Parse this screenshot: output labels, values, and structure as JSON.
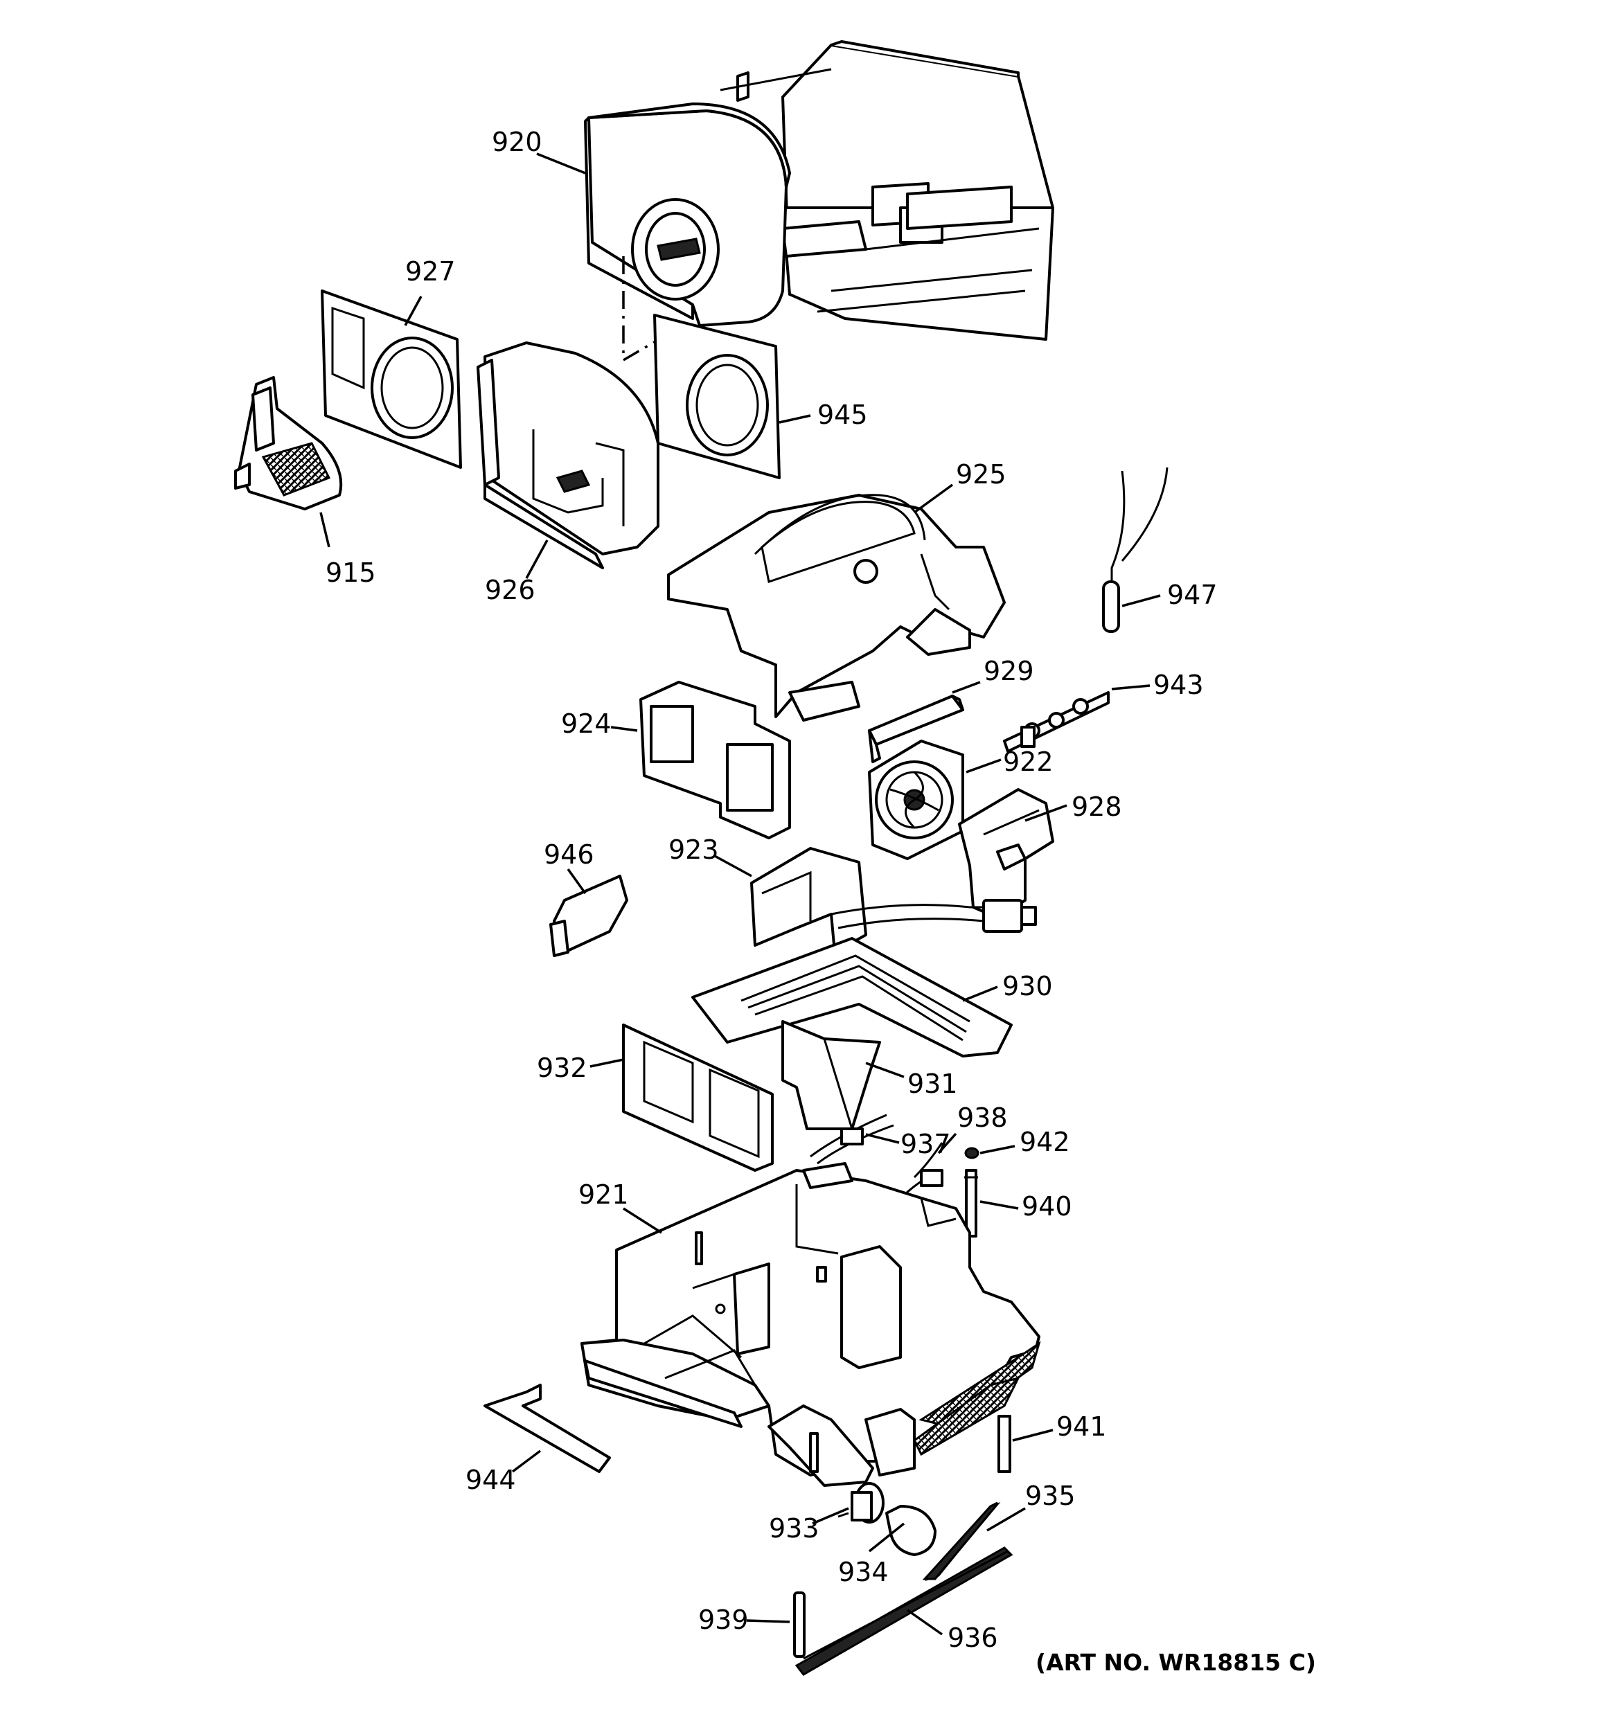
{
  "art_number": "(ART NO. WR18815 C)",
  "parts": [
    {
      "id": "p920",
      "label": "920"
    },
    {
      "id": "p927",
      "label": "927"
    },
    {
      "id": "p945",
      "label": "945"
    },
    {
      "id": "p915",
      "label": "915"
    },
    {
      "id": "p926",
      "label": "926"
    },
    {
      "id": "p925",
      "label": "925"
    },
    {
      "id": "p947",
      "label": "947"
    },
    {
      "id": "p929",
      "label": "929"
    },
    {
      "id": "p943",
      "label": "943"
    },
    {
      "id": "p924",
      "label": "924"
    },
    {
      "id": "p922",
      "label": "922"
    },
    {
      "id": "p928",
      "label": "928"
    },
    {
      "id": "p946",
      "label": "946"
    },
    {
      "id": "p923",
      "label": "923"
    },
    {
      "id": "p930",
      "label": "930"
    },
    {
      "id": "p932",
      "label": "932"
    },
    {
      "id": "p931",
      "label": "931"
    },
    {
      "id": "p938",
      "label": "938"
    },
    {
      "id": "p937",
      "label": "937"
    },
    {
      "id": "p942",
      "label": "942"
    },
    {
      "id": "p921",
      "label": "921"
    },
    {
      "id": "p940",
      "label": "940"
    },
    {
      "id": "p941",
      "label": "941"
    },
    {
      "id": "p944",
      "label": "944"
    },
    {
      "id": "p935",
      "label": "935"
    },
    {
      "id": "p933",
      "label": "933"
    },
    {
      "id": "p934",
      "label": "934"
    },
    {
      "id": "p939",
      "label": "939"
    },
    {
      "id": "p936",
      "label": "936"
    }
  ]
}
